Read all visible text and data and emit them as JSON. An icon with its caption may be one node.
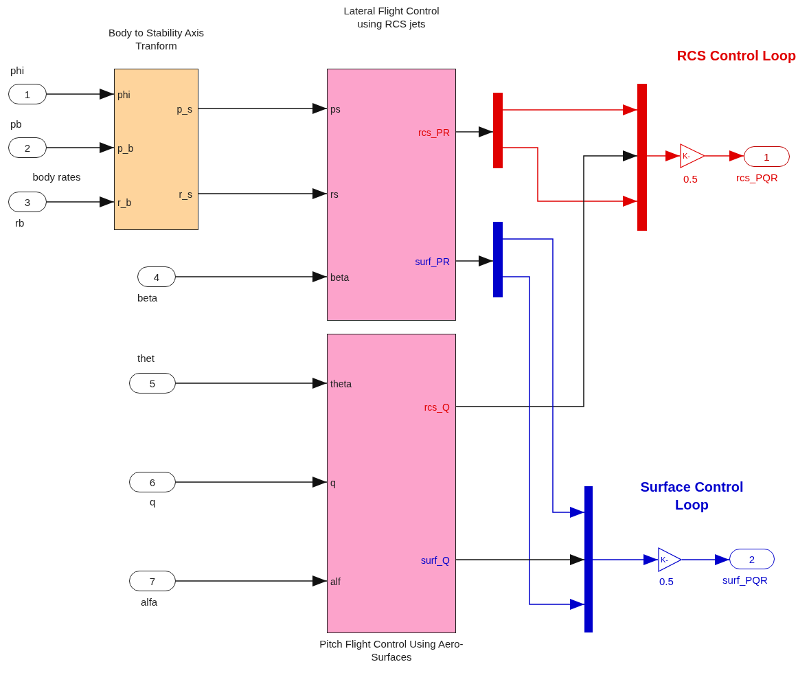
{
  "diagram": {
    "nodes": [
      {
        "text": [
          "1"
        ],
        "beside": [
          "phi"
        ]
      },
      {
        "text": [
          "2"
        ],
        "beside": [
          "pb"
        ]
      },
      {
        "text": [
          "3"
        ],
        "beside": [
          "rb"
        ]
      },
      {
        "text": [
          "4"
        ],
        "beside": [
          "beta"
        ]
      },
      {
        "text": [
          "5"
        ],
        "beside": [
          "thet"
        ]
      },
      {
        "text": [
          "6"
        ],
        "beside": [
          "q"
        ]
      },
      {
        "text": [
          "7"
        ],
        "beside": [
          "alfa"
        ]
      },
      {
        "text": [
          "Body to Stability Axis Tranform",
          "phi",
          "p_b",
          "r_b",
          "p_s",
          "r_s"
        ]
      },
      {
        "text": [
          "Lateral Flight Control using RCS jets",
          "ps",
          "rs",
          "beta",
          "rcs_PR",
          "surf_PR"
        ]
      },
      {
        "text": [
          "Pitch Flight Control Using Aero-Surfaces",
          "theta",
          "q",
          "alf",
          "rcs_Q",
          "surf_Q"
        ]
      },
      {
        "text": [],
        "shape": "bar"
      },
      {
        "text": [],
        "shape": "bar"
      },
      {
        "text": [],
        "shape": "bar"
      },
      {
        "text": [],
        "shape": "bar"
      },
      {
        "text": [
          "K-"
        ],
        "beside": [
          "0.5"
        ]
      },
      {
        "text": [
          "K-"
        ],
        "beside": [
          "0.5"
        ]
      },
      {
        "text": [
          "1"
        ],
        "beside": [
          "rcs_PQR"
        ]
      },
      {
        "text": [
          "2"
        ],
        "beside": [
          "surf_PQR"
        ]
      }
    ],
    "edges": [
      {
        "from": 0,
        "to": 7,
        "arrow": "to"
      },
      {
        "from": 1,
        "to": 7,
        "arrow": "to"
      },
      {
        "from": 2,
        "to": 7,
        "arrow": "to"
      },
      {
        "from": 7,
        "to": 8,
        "arrow": "to"
      },
      {
        "from": 7,
        "to": 8,
        "arrow": "to"
      },
      {
        "from": 3,
        "to": 8,
        "arrow": "to"
      },
      {
        "from": 4,
        "to": 9,
        "arrow": "to"
      },
      {
        "from": 5,
        "to": 9,
        "arrow": "to"
      },
      {
        "from": 6,
        "to": 9,
        "arrow": "to"
      },
      {
        "from": 8,
        "to": 10,
        "arrow": "to"
      },
      {
        "from": 8,
        "to": 11,
        "arrow": "to"
      },
      {
        "from": 10,
        "to": 12,
        "arrow": "to",
        "color": "#e00000"
      },
      {
        "from": 10,
        "to": 12,
        "arrow": "to",
        "color": "#e00000"
      },
      {
        "from": 9,
        "to": 12,
        "arrow": "to"
      },
      {
        "from": 11,
        "to": 13,
        "arrow": "to",
        "color": "#0000cc"
      },
      {
        "from": 11,
        "to": 13,
        "arrow": "to",
        "color": "#0000cc"
      },
      {
        "from": 9,
        "to": 13,
        "arrow": "to"
      },
      {
        "from": 12,
        "to": 14,
        "arrow": "to",
        "color": "#e00000"
      },
      {
        "from": 14,
        "to": 16,
        "arrow": "to",
        "color": "#e00000"
      },
      {
        "from": 13,
        "to": 15,
        "arrow": "to",
        "color": "#0000cc"
      },
      {
        "from": 15,
        "to": 17,
        "arrow": "to",
        "color": "#0000cc"
      }
    ],
    "labels": [
      "body rates",
      "RCS Control Loop",
      "Surface Control Loop"
    ]
  }
}
